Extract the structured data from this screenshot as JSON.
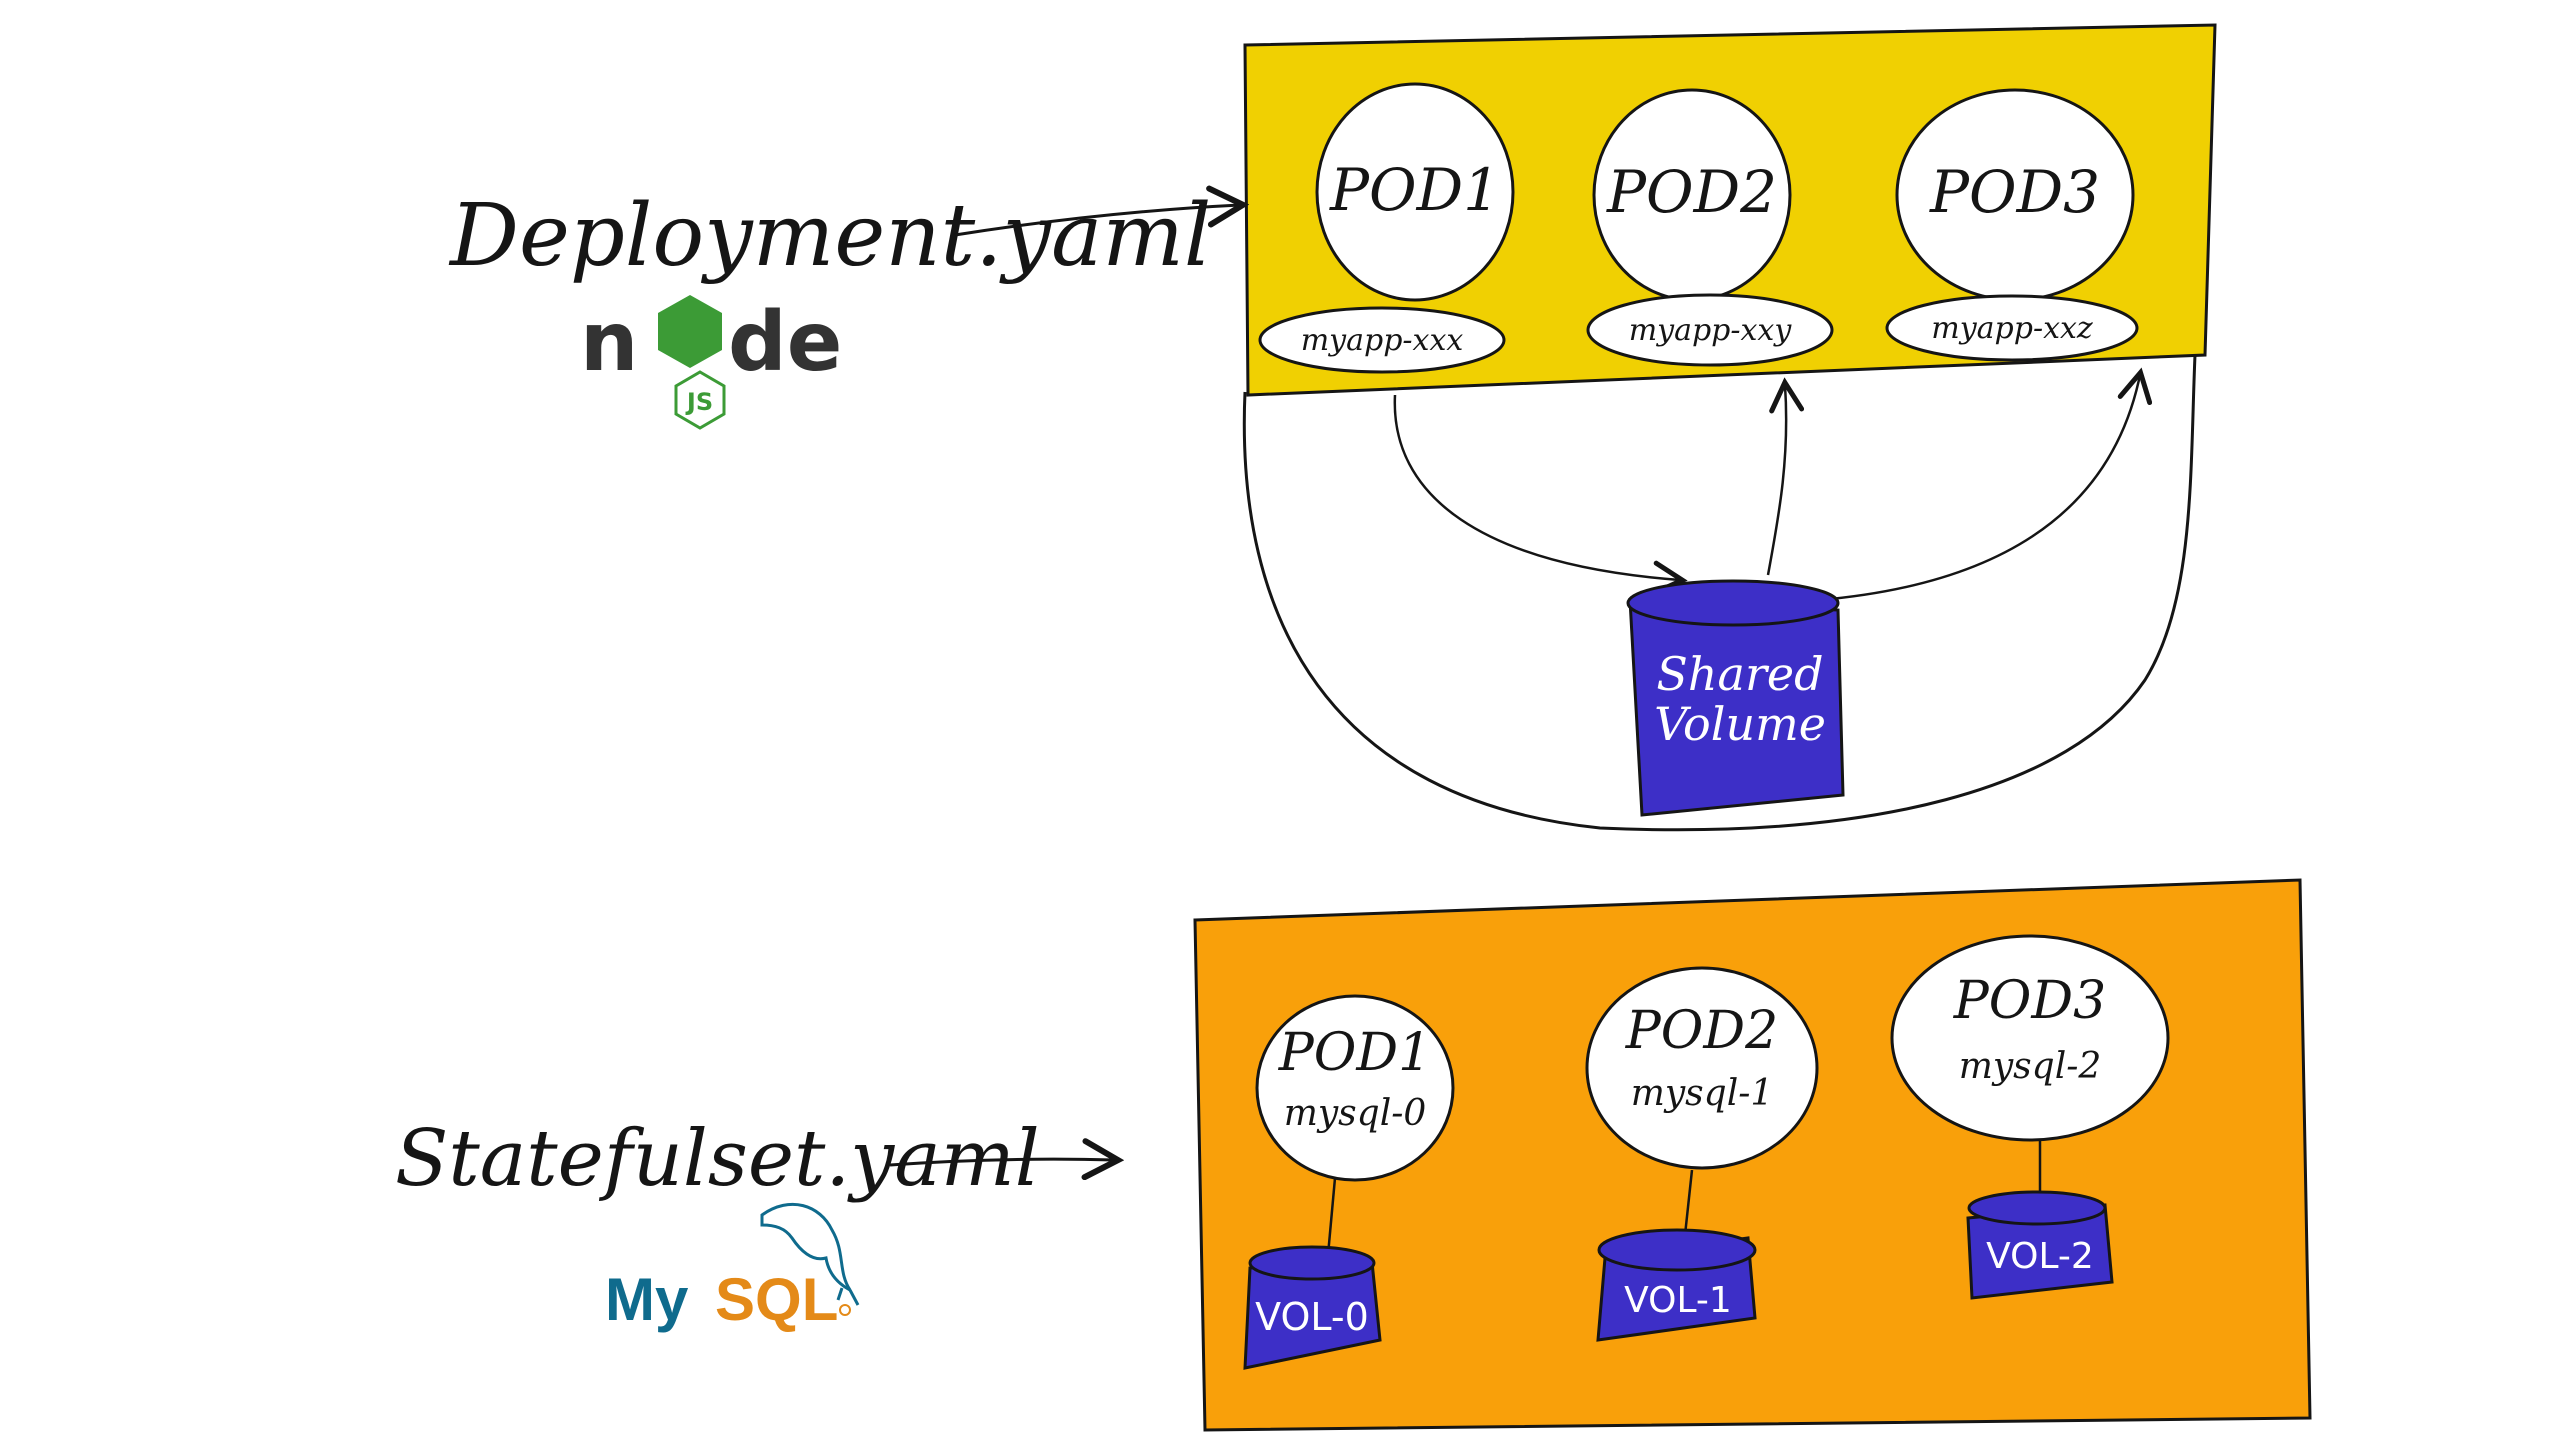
{
  "colors": {
    "deployment_box": "#f0d002",
    "statefulset_box": "#f9a00a",
    "volume": "#3d2fc7",
    "ink": "#151515",
    "node_green": "#3c9b36",
    "mysql_blue": "#0f6b8d",
    "mysql_orange": "#e48a18"
  },
  "deployment": {
    "label": "Deployment.yaml",
    "logo_text_before": "n",
    "logo_text_after": "de",
    "logo_badge": "JS",
    "pods": [
      {
        "name": "POD1",
        "tag": "myapp-xxx"
      },
      {
        "name": "POD2",
        "tag": "myapp-xxy"
      },
      {
        "name": "POD3",
        "tag": "myapp-xxz"
      }
    ],
    "shared_volume": {
      "line1": "Shared",
      "line2": "Volume"
    }
  },
  "statefulset": {
    "label": "Statefulset.yaml",
    "logo_text_a": "My",
    "logo_text_b": "SQL",
    "pods": [
      {
        "name": "POD1",
        "instance": "mysql-0",
        "volume": "VOL-0"
      },
      {
        "name": "POD2",
        "instance": "mysql-1",
        "volume": "VOL-1"
      },
      {
        "name": "POD3",
        "instance": "mysql-2",
        "volume": "VOL-2"
      }
    ]
  },
  "icons": {
    "node": "nodejs-logo-icon",
    "mysql": "mysql-dolphin-icon"
  }
}
